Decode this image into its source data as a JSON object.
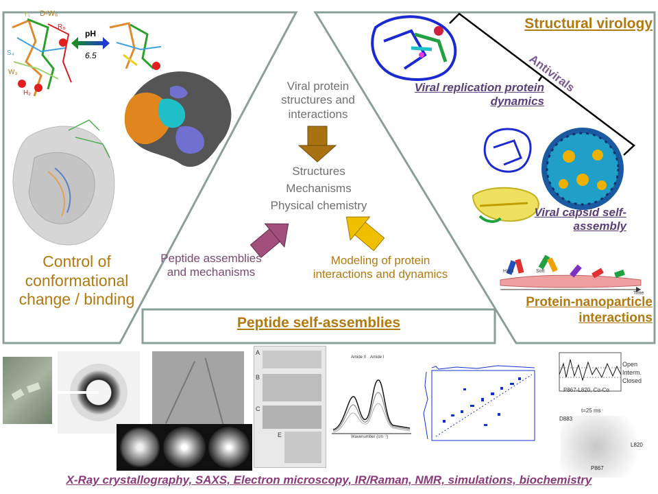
{
  "center": {
    "top_label": "Viral protein structures and interactions",
    "core_lines": [
      "Structures",
      "Mechanisms",
      "Physical chemistry"
    ],
    "left_label": "Peptide assemblies and mechanisms",
    "right_label": "Modeling of protein interactions and dynamics"
  },
  "left_panel": {
    "title": "Control of conformational change / binding",
    "molecule_labels": [
      "D-W₆",
      "R₈",
      "W₃",
      "H₂",
      "S₄",
      "Y₅"
    ],
    "ph_label": "pH",
    "ph_value": "6.5"
  },
  "right_panel": {
    "title": "Structural virology",
    "bracket_label": "Antivirals",
    "replication_label": "Viral replication protein dynamics",
    "capsid_label": "Viral capsid self-assembly",
    "nanoparticle_title": "Protein-nanoparticle interactions",
    "nanoparticle_mini_labels": [
      "Hard",
      "Soft",
      "Time"
    ]
  },
  "bottom_panel": {
    "title": "Peptide self-assemblies"
  },
  "techniques": {
    "ir_labels": [
      "Amide II",
      "Amide I"
    ],
    "ir_axis": "Wavenumber (cm⁻¹)",
    "em_panel_letters": [
      "A",
      "B",
      "C",
      "E"
    ],
    "md_labels": [
      "Open",
      "Interm.",
      "Closed",
      "P867-L820, Cα-Cα",
      "t=25 ms",
      "D883",
      "L820",
      "P867"
    ],
    "caption": "X-Ray crystallography, SAXS, Electron microscopy, IR/Raman, NMR, simulations, biochemistry"
  },
  "colors": {
    "frame": "#8a9e9a",
    "gold": "#b07a10",
    "purple_arrow": "#a0507a",
    "yellow_arrow": "#f0c000",
    "brown_arrow": "#a87210",
    "nmr_blue": "#1030d0"
  }
}
